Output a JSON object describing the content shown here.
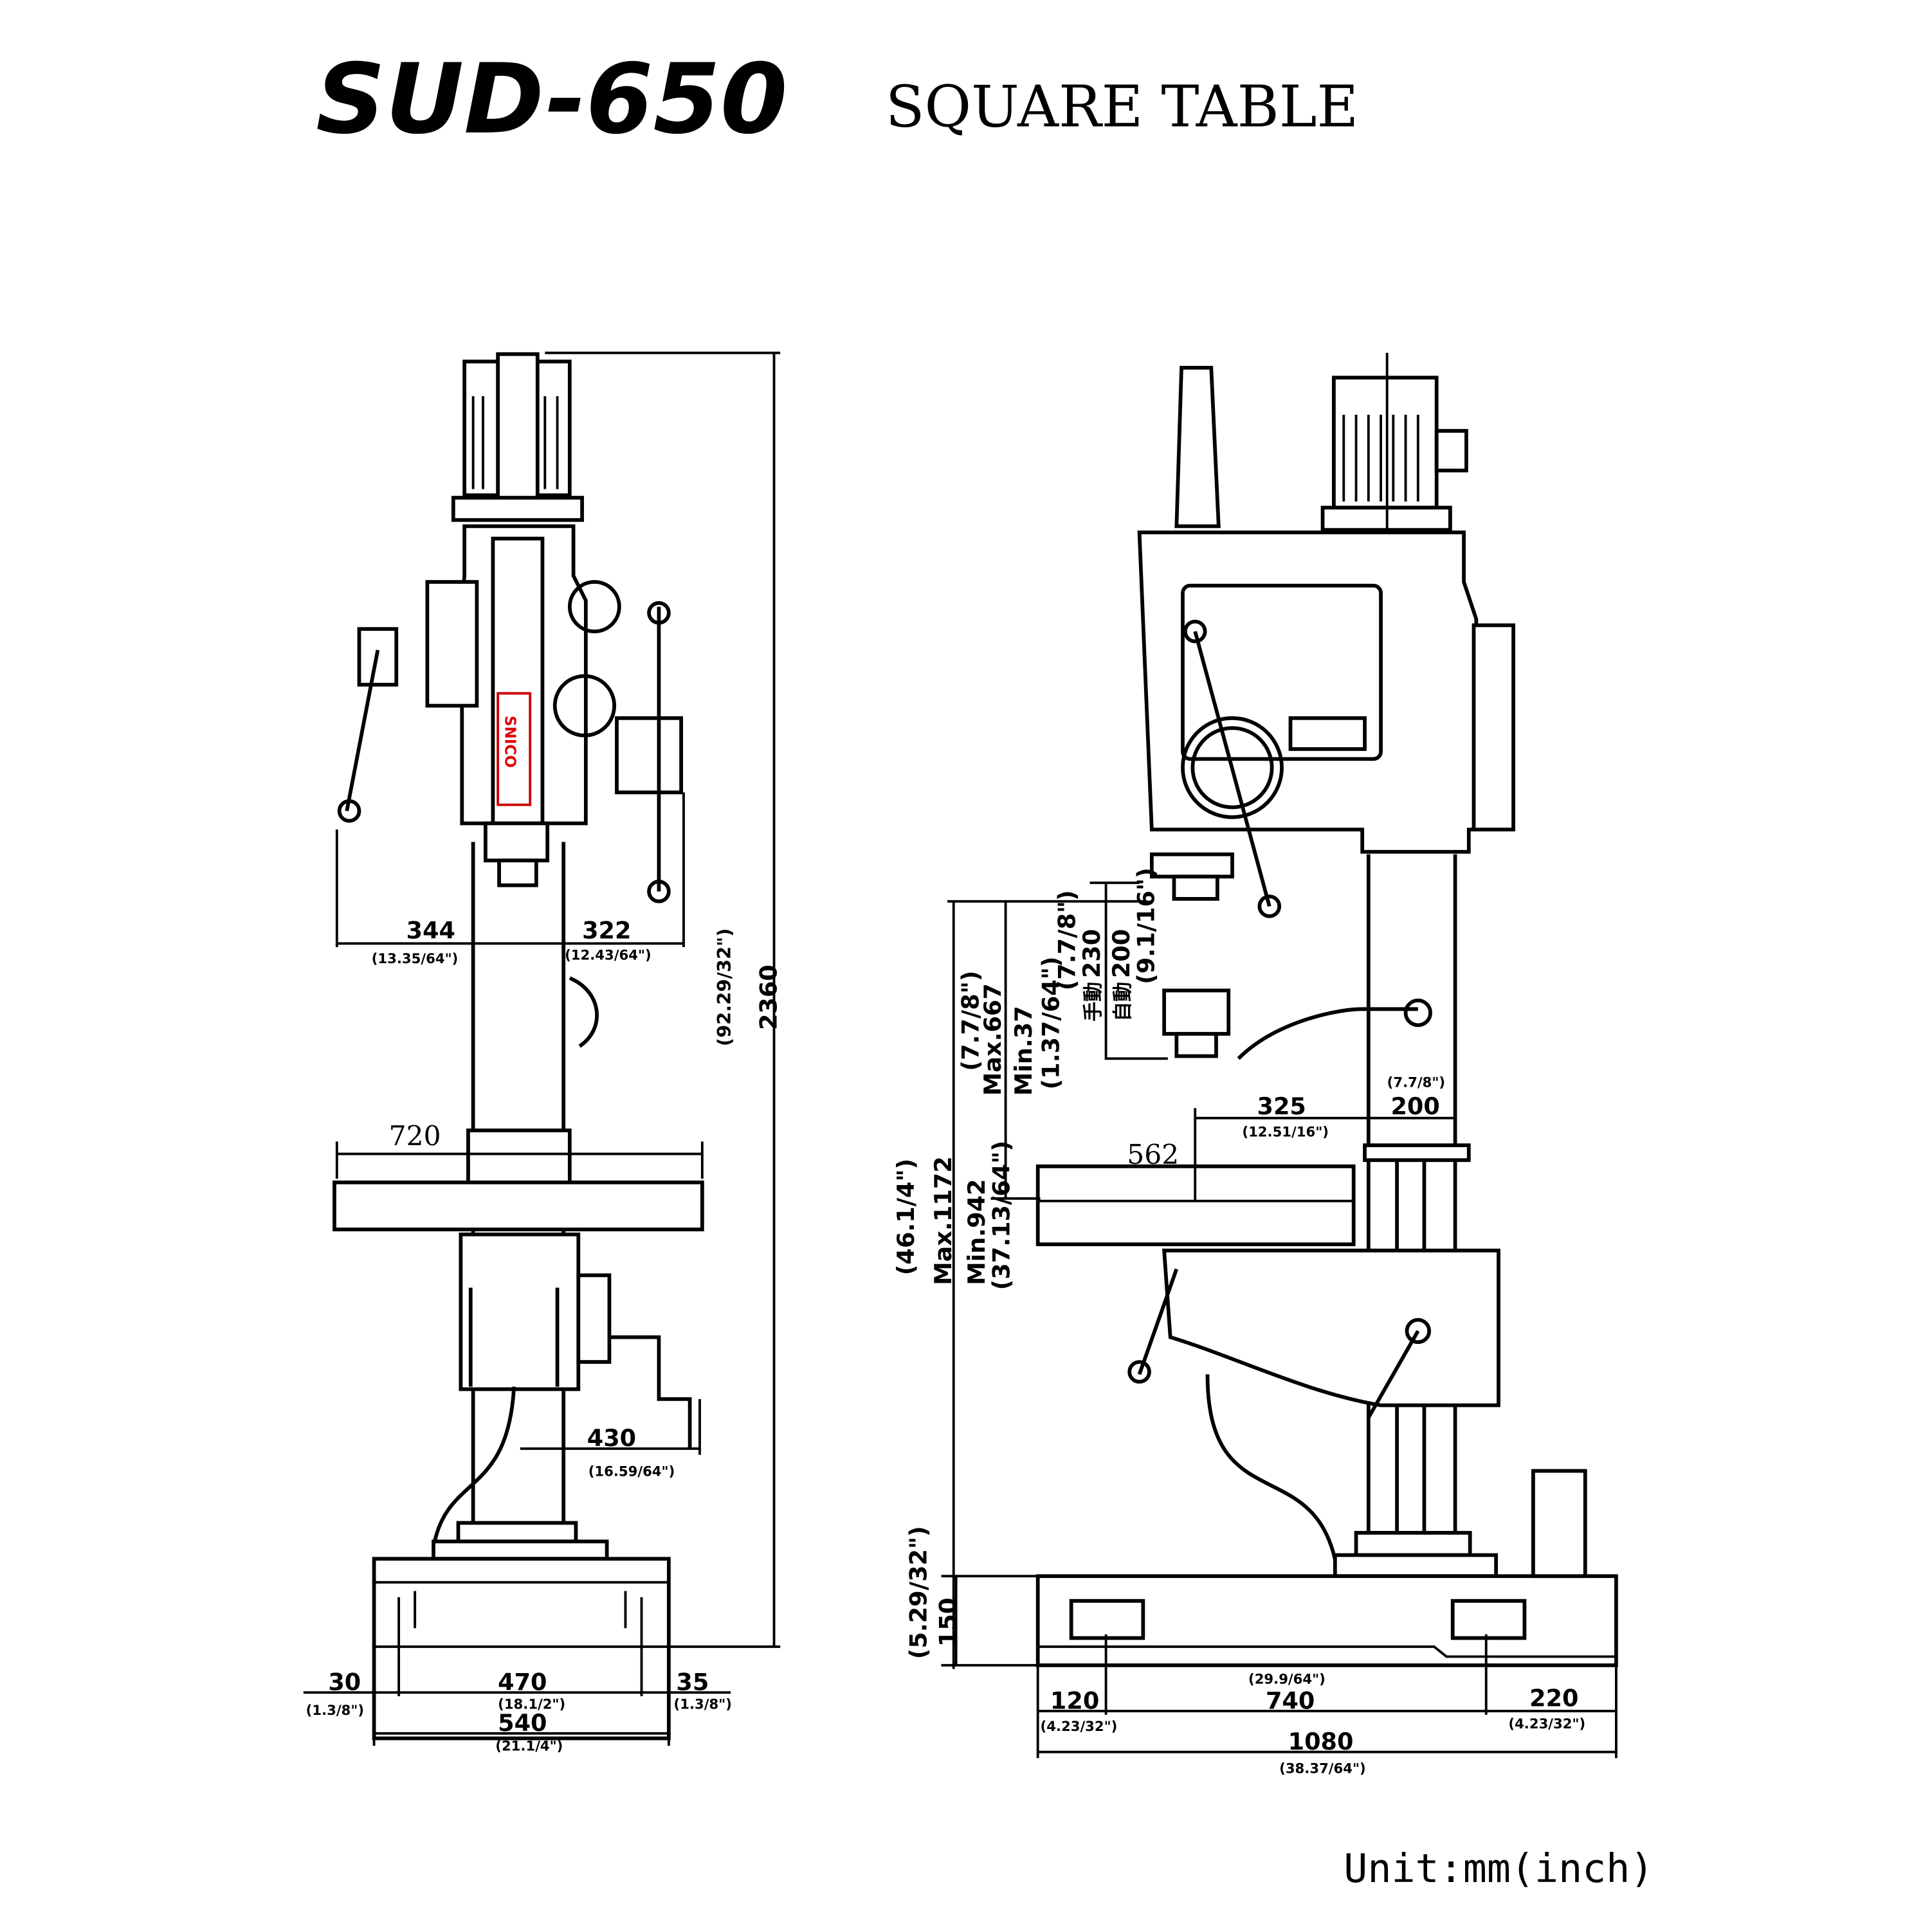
{
  "header": {
    "model": "SUD-650",
    "subtitle": "SQUARE TABLE"
  },
  "unit_note": "Unit:mm(inch)",
  "brand_vertical_text": "SNICO",
  "colors": {
    "line": "#000000",
    "brand_label": "#e00000",
    "background": "#ffffff"
  },
  "front_view": {
    "overall_height": {
      "mm": "2360",
      "inch": "(92.29/32\")"
    },
    "head_left": {
      "mm": "344",
      "inch": "(13.35/64\")"
    },
    "head_right": {
      "mm": "322",
      "inch": "(12.43/64\")"
    },
    "table_width": {
      "mm": "720"
    },
    "crank_reach": {
      "mm": "430",
      "inch": "(16.59/64\")"
    },
    "base_left": {
      "mm": "30",
      "inch": "(1.3/8\")"
    },
    "base_inner": {
      "mm": "470",
      "inch": "(18.1/2\")"
    },
    "base_right": {
      "mm": "35",
      "inch": "(1.3/8\")"
    },
    "base_total": {
      "mm": "540",
      "inch": "(21.1/4\")"
    }
  },
  "side_view": {
    "spindle_to_base": {
      "mm": "Max.1172",
      "inch": "(46.1/4\")",
      "min_mm": "Min.942",
      "min_inch": "(37.13/64\")"
    },
    "spindle_to_table": {
      "mm": "Max.667",
      "inch": "(7.7/8\")",
      "min_mm": "Min.37",
      "min_inch": "(1.37/64\")"
    },
    "stroke_manual": {
      "label": "手動",
      "mm": "230",
      "inch": "(7.7/8\")"
    },
    "stroke_auto": {
      "label": "自動",
      "mm": "200",
      "inch": "(9.1/16\")"
    },
    "throat": {
      "mm": "325",
      "inch": "(12.51/16\")"
    },
    "column": {
      "mm": "200",
      "inch": "(7.7/8\")"
    },
    "table_depth": {
      "mm": "562"
    },
    "base_height": {
      "mm": "150",
      "inch": "(5.29/32\")"
    },
    "base_front": {
      "mm": "120",
      "inch": "(4.23/32\")"
    },
    "base_mid": {
      "mm": "740",
      "inch": "(29.9/64\")"
    },
    "base_rear": {
      "mm": "220",
      "inch": "(4.23/32\")"
    },
    "base_total": {
      "mm": "1080",
      "inch": "(38.37/64\")"
    }
  }
}
